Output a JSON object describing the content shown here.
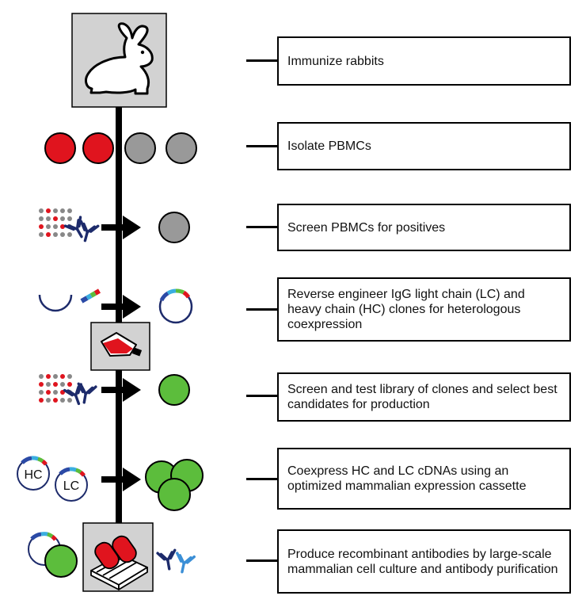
{
  "steps": [
    {
      "id": "immunize",
      "text": "Immunize rabbits"
    },
    {
      "id": "isolate",
      "text": "Isolate PBMCs"
    },
    {
      "id": "screen-pbmcs",
      "text": "Screen PBMCs for positives"
    },
    {
      "id": "reverse-engineer",
      "text": "Reverse engineer IgG light chain (LC) and heavy chain (HC) clones for heterologous coexpression"
    },
    {
      "id": "screen-library",
      "text": "Screen and test library of clones and select best candidates for production"
    },
    {
      "id": "coexpress",
      "text": "Coexpress HC and LC cDNAs using an optimized mammalian expression cassette"
    },
    {
      "id": "produce",
      "text": "Produce recombinant antibodies by large-scale mammalian cell culture and antibody purification"
    }
  ],
  "plasmid_labels": {
    "hc": "HC",
    "lc": "LC"
  },
  "icons": [
    "rabbit-icon",
    "pbmc-cell-icon",
    "cell-grid-icon",
    "antibody-icon",
    "arrow-icon",
    "plasmid-icon",
    "culture-flask-icon",
    "bioreactor-icon"
  ],
  "colors": {
    "positive_cell": "#e0141e",
    "negative_cell": "#999999",
    "selected_cell": "#5cbd3c",
    "antibody": "#1d2b6b",
    "antibody_product": "#3b8fd6",
    "icon_box": "#d2d2d2",
    "plasmid_tag": [
      "#2b4aa6",
      "#3aaee0",
      "#5cbd3c",
      "#e0141e"
    ]
  }
}
